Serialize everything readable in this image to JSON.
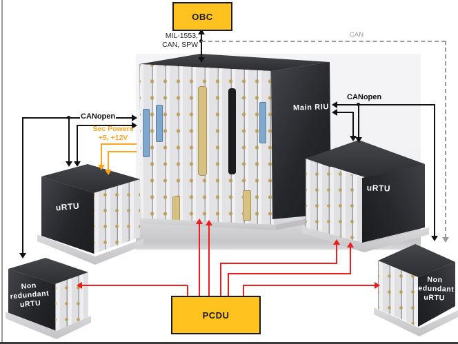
{
  "nodes": {
    "obc": {
      "label": "OBC",
      "fill": "#ffc21f"
    },
    "pcdu": {
      "label": "PCDU",
      "fill": "#ffc21f"
    },
    "main_riu": {
      "label": "Main RIU"
    },
    "urtu_left": {
      "label": "uRTU"
    },
    "urtu_right": {
      "label": "uRTU"
    },
    "non_redundant_urtu_left": {
      "label_lines": [
        "Non",
        "redundant",
        "uRTU"
      ]
    },
    "non_redundant_urtu_right": {
      "label_lines": [
        "Non",
        "redundant",
        "uRTU"
      ]
    }
  },
  "buses": {
    "obc_riu_link": {
      "label_lines": [
        "MIL-1553,",
        "CAN, SPW"
      ],
      "color": "#111111"
    },
    "can_link": {
      "label": "CAN",
      "color": "#9a9a9a",
      "line_style": "dashed"
    },
    "canopen_left": {
      "label": "CANopen",
      "color": "#111111"
    },
    "canopen_right": {
      "label": "CANopen",
      "color": "#111111"
    },
    "sec_powers": {
      "label_lines": [
        "Sec Powers",
        "+5, +12V"
      ],
      "color": "#ffa31a"
    },
    "pcdu_power": {
      "color": "#ee1c1c"
    }
  }
}
